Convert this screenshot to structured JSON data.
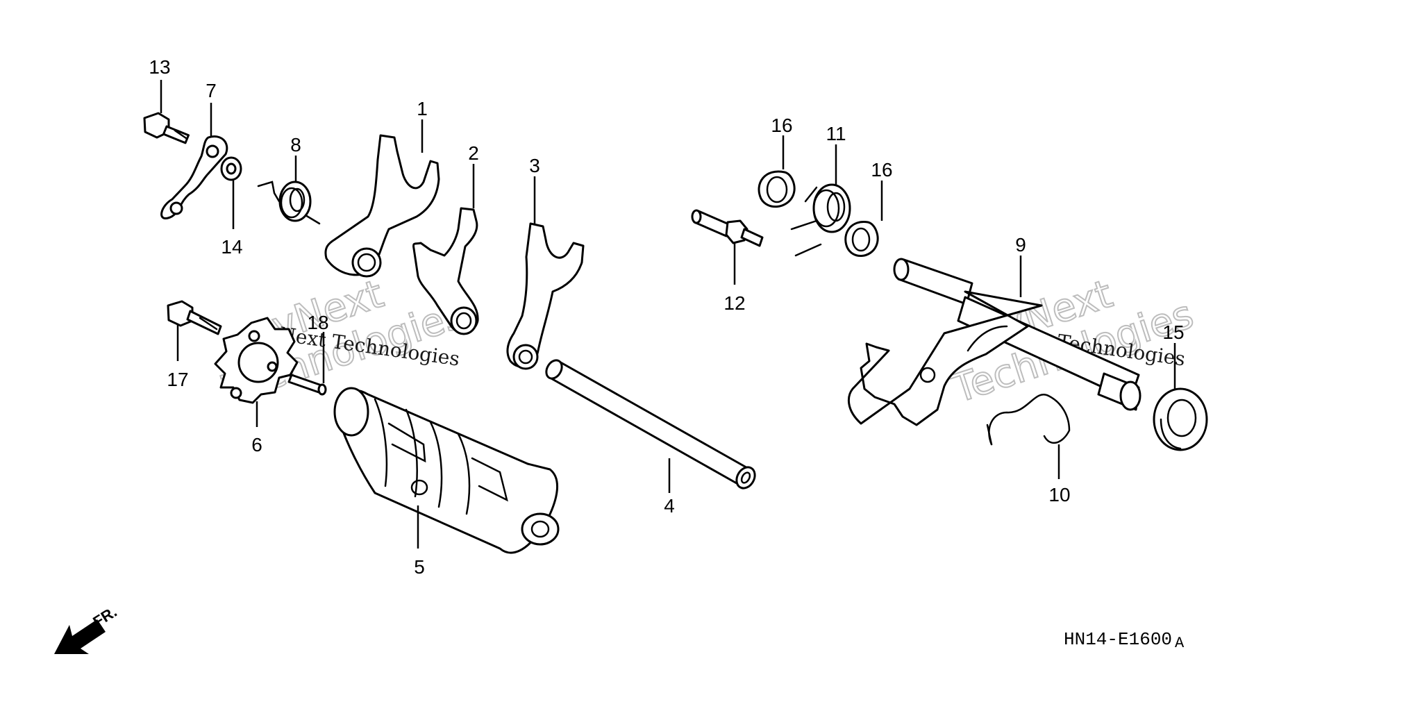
{
  "diagram": {
    "drawing_code": "HN14-E1600",
    "drawing_code_suffix": "A",
    "direction_label": "FR.",
    "callouts": [
      "1",
      "2",
      "3",
      "4",
      "5",
      "6",
      "7",
      "8",
      "9",
      "10",
      "11",
      "12",
      "13",
      "14",
      "15",
      "16",
      "16",
      "17",
      "18"
    ],
    "watermark": {
      "line1": "vNext",
      "line2": "Technologies",
      "inline": "vNext Technologies"
    }
  }
}
